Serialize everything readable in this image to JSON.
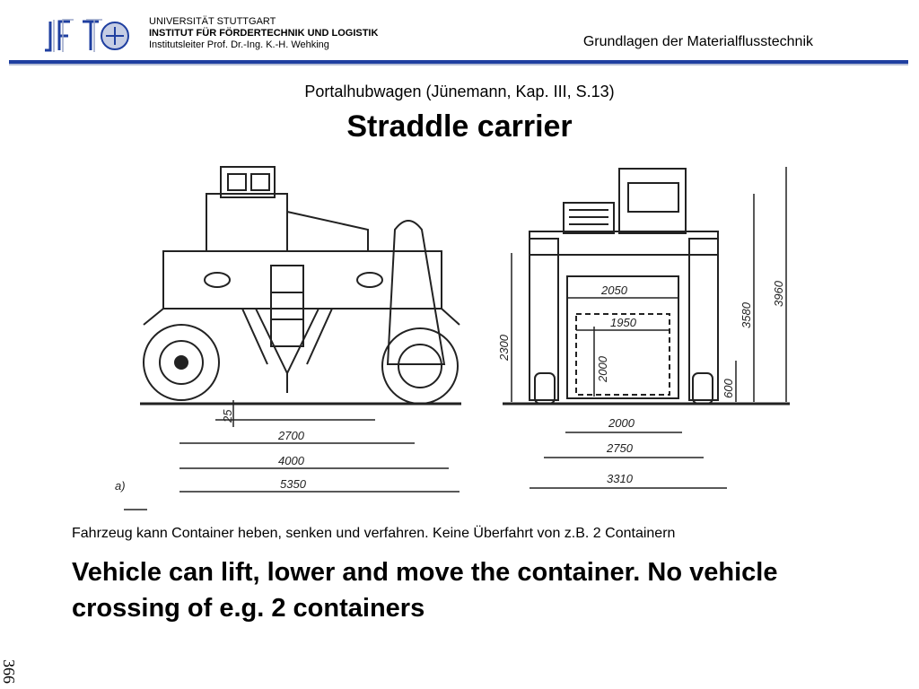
{
  "header": {
    "university": "UNIVERSITÄT STUTTGART",
    "institute": "INSTITUT FÜR FÖRDERTECHNIK UND LOGISTIK",
    "director": "Institutsleiter Prof. Dr.-Ing. K.-H. Wehking",
    "course_title": "Grundlagen der Materialflusstechnik",
    "logo_icon": "ift-logo-icon",
    "accent_color": "#1f3fa0"
  },
  "slide": {
    "subtitle": "Portalhubwagen (Jünemann, Kap. III, S.13)",
    "title": "Straddle carrier"
  },
  "drawing": {
    "side_view": {
      "label": "a)",
      "dimensions": [
        "25",
        "2700",
        "4000",
        "5350"
      ]
    },
    "front_view": {
      "dimensions": [
        "2050",
        "1950",
        "2000",
        "2300",
        "3580",
        "3960",
        "600",
        "2000",
        "2750",
        "3310"
      ]
    }
  },
  "captions": {
    "german": "Fahrzeug kann Container heben, senken und verfahren. Keine Überfahrt von z.B. 2 Containern",
    "english": "Vehicle can lift, lower and move the container. No vehicle crossing of e.g. 2 containers"
  },
  "page_number": "366"
}
